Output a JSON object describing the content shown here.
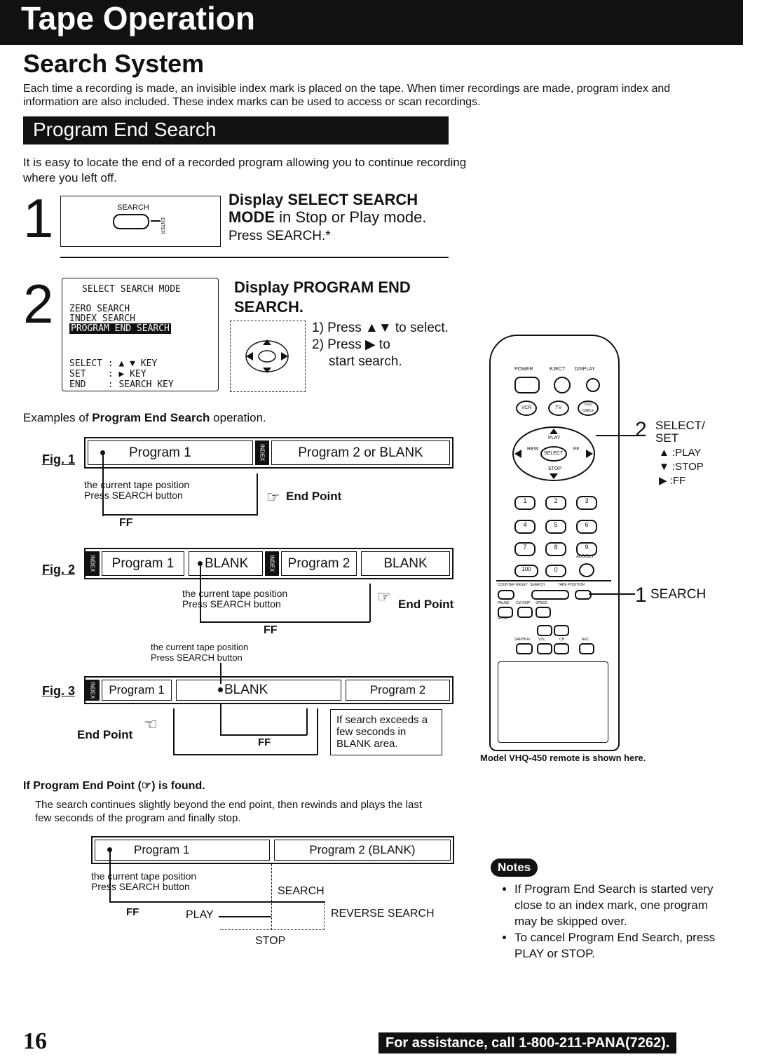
{
  "header": {
    "title": "Tape Operation"
  },
  "section": {
    "title": "Search System",
    "intro": "Each time a recording is made, an invisible index mark is placed on the tape. When timer recordings are made, program index and information are also included. These index marks can be used to access or scan recordings."
  },
  "subsection": {
    "title": "Program End Search",
    "intro": "It is easy to locate the end of a recorded program allowing you to continue recording where you left off."
  },
  "step1": {
    "number": "1",
    "button_label": "SEARCH",
    "enter_label": "ENTER",
    "title_bold": "Display SELECT SEARCH",
    "title_bold2": "MODE",
    "title_rest": " in Stop or Play mode.",
    "instruction": "Press SEARCH.*"
  },
  "step2": {
    "number": "2",
    "title": "Display PROGRAM END SEARCH.",
    "lcd": {
      "title": "SELECT SEARCH MODE",
      "items": [
        "ZERO SEARCH",
        "INDEX SEARCH",
        "PROGRAM END SEARCH"
      ],
      "keys": [
        "SELECT : ▲ ▼ KEY",
        "SET    : ▶ KEY",
        "END    : SEARCH KEY"
      ]
    },
    "line1": "1) Press ▲▼ to select.",
    "line2": "2) Press ▶ to",
    "line3": "start search."
  },
  "examples": {
    "prefix": "Examples of ",
    "bold": "Program End Search",
    "suffix": " operation."
  },
  "fig1": {
    "label": "Fig. 1",
    "program1": "Program 1",
    "program2": "Program 2 or BLANK",
    "pos": "the current tape position",
    "press": "Press SEARCH button",
    "end": "End Point",
    "ff": "FF"
  },
  "fig2": {
    "label": "Fig. 2",
    "program1": "Program 1",
    "blank1": "BLANK",
    "program2": "Program  2",
    "blank2": "BLANK",
    "pos": "the current tape position",
    "press": "Press SEARCH button",
    "end": "End Point",
    "ff": "FF"
  },
  "fig3": {
    "label": "Fig. 3",
    "pos": "the current tape position",
    "press": "Press SEARCH button",
    "program1": "Program 1",
    "blank": "BLANK",
    "program2": "Program  2",
    "end": "End Point",
    "ff": "FF",
    "note": "If search exceeds a few seconds in BLANK area."
  },
  "index_label": "INDEX",
  "found": {
    "title_pre": "If Program End Point (",
    "title_post": ") is found.",
    "text": "The search continues slightly beyond the end point, then rewinds and plays the last few seconds of the program and finally stop.",
    "program1": "Program 1",
    "program2": "Program 2 (BLANK)",
    "pos": "the current tape position",
    "press": "Press SEARCH button",
    "ff": "FF",
    "play": "PLAY",
    "search": "SEARCH",
    "reverse": "REVERSE SEARCH",
    "stop": "STOP"
  },
  "remote": {
    "caption": "Model VHQ-450 remote is shown here.",
    "callout2_num": "2",
    "callout2_title1": "SELECT/",
    "callout2_title2": "SET",
    "callout2_play": "▲ :PLAY",
    "callout2_stop": "▼ :STOP",
    "callout2_ff": "▶ :FF",
    "callout1_num": "1",
    "callout1_label": "SEARCH",
    "buttons": {
      "power": "POWER",
      "eject": "EJECT",
      "display": "DISPLAY",
      "vcr": "VCR",
      "tv": "TV",
      "dss": "DSS CABLE",
      "play": "PLAY",
      "stop": "STOP",
      "rew": "REW",
      "ff": "FF",
      "select": "SELECT",
      "n1": "1",
      "n2": "2",
      "n3": "3",
      "n4": "4",
      "n5": "5",
      "n6": "6",
      "n7": "7",
      "n8": "8",
      "n9": "9",
      "n100": "100",
      "n0": "0",
      "add": "ADD/DLT",
      "counter": "COUNTER RESET",
      "search": "SEARCH",
      "tapepos": "TAPE POSITION",
      "pause": "PAUSE",
      "cmskip": "CM SKIP",
      "speed": "SPEED",
      "slow": "SLOW",
      "sap": "SAP/HI-FI",
      "vol": "VOL",
      "ch": "CH",
      "rec": "REC"
    }
  },
  "notes": {
    "badge": "Notes",
    "items": [
      "If Program End Search is started very close to an index mark, one program may be skipped over.",
      "To cancel Program End Search, press PLAY or STOP."
    ]
  },
  "footer": {
    "page": "16",
    "assist": "For assistance, call 1-800-211-PANA(7262)."
  }
}
